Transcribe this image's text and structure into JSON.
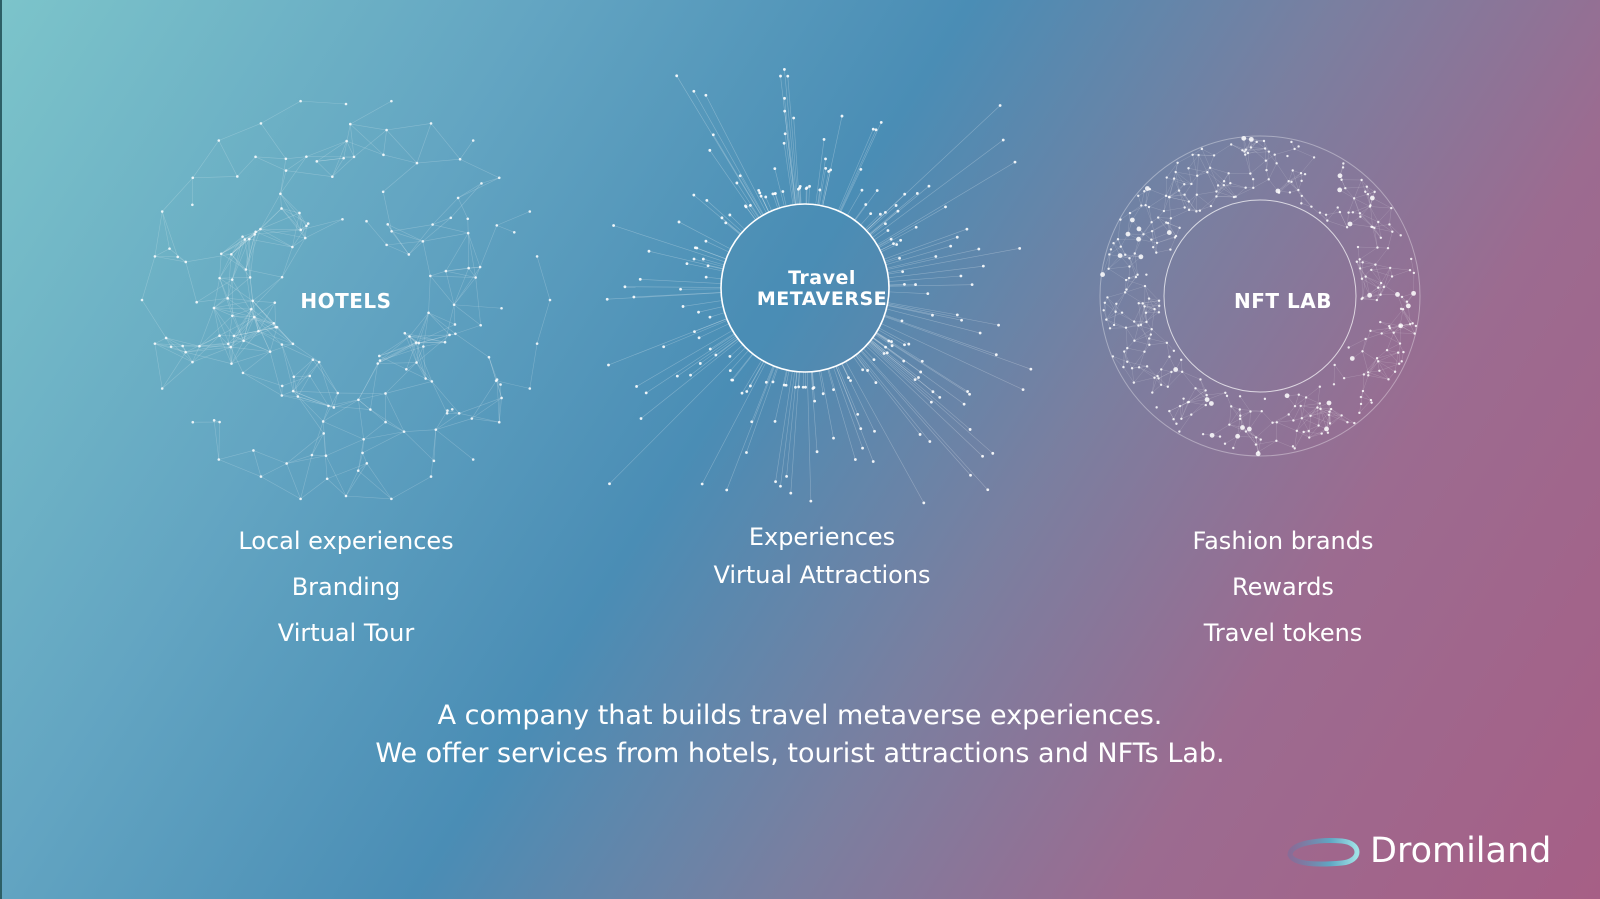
{
  "slide": {
    "circles": [
      {
        "label": "HOTELS",
        "style": "spiky-mesh-ring"
      },
      {
        "label_line1": "Travel",
        "label_line2": "METAVERSE",
        "style": "radial-burst"
      },
      {
        "label": "NFT LAB",
        "style": "dotted-ring"
      }
    ],
    "lists": {
      "hotels": [
        "Local experiences",
        "Branding",
        "Virtual Tour"
      ],
      "travel": [
        "Experiences",
        "Virtual Attractions"
      ],
      "nft": [
        "Fashion brands",
        "Rewards",
        "Travel tokens"
      ]
    },
    "tagline": {
      "line1": "A company that builds travel metaverse experiences.",
      "line2": "We offer services from hotels, tourist attractions and NFTs Lab."
    },
    "brand": {
      "name": "Dromiland",
      "logo_icon": "loop-icon"
    },
    "colors": {
      "gradient_start": "#7cc4ca",
      "gradient_mid": "#4a8db5",
      "gradient_end": "#a65f86",
      "text": "#ffffff"
    }
  }
}
